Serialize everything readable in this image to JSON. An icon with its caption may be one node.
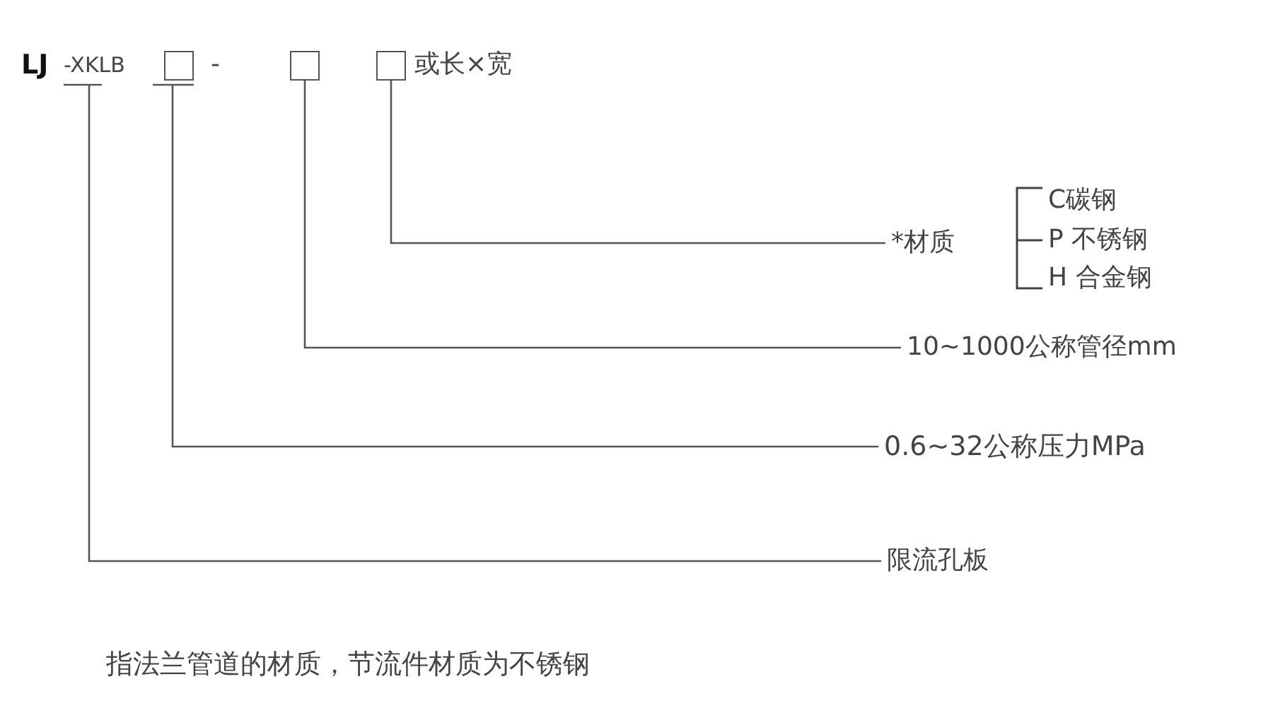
{
  "diagram": {
    "nodes": [
      {
        "text": [
          "-XKLB"
        ]
      },
      {
        "text": [],
        "shape": "box"
      },
      {
        "text": [],
        "shape": "box"
      },
      {
        "text": [],
        "shape": "box",
        "beside": [
          "或长×宽"
        ]
      },
      {
        "text": [
          "*材质"
        ]
      },
      {
        "text": [
          "C碳钢"
        ]
      },
      {
        "text": [
          "P 不锈钢"
        ]
      },
      {
        "text": [
          "H 合金钢"
        ]
      },
      {
        "text": [
          "10~1000公称管径mm"
        ]
      },
      {
        "text": [
          "0.6~32公称压力MPa"
        ]
      },
      {
        "text": [
          "限流孔板"
        ]
      }
    ],
    "edges": [
      {
        "from": 3,
        "to": 4,
        "arrow": "none"
      },
      {
        "from": 2,
        "to": 8,
        "arrow": "none"
      },
      {
        "from": 1,
        "to": 9,
        "arrow": "none"
      },
      {
        "from": 0,
        "to": 10,
        "arrow": "none"
      }
    ],
    "labels": [
      "LJ",
      "-",
      "指法兰管道的材质，节流件材质为不锈钢"
    ]
  }
}
